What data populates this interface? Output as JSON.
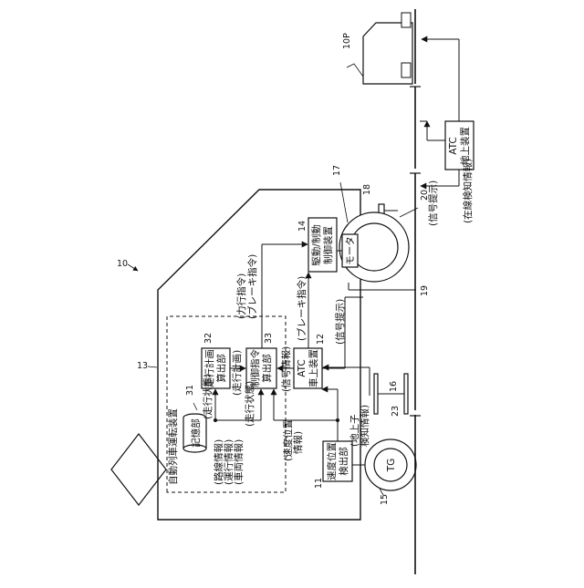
{
  "figure": {
    "system_ref": "10",
    "vehicle_ref": "13",
    "controller_title": "自動列車運転装置",
    "controller_ref": "",
    "blocks": {
      "running_plan": {
        "lines": [
          "走行計画",
          "算出部"
        ],
        "ref": "32"
      },
      "control_cmd": {
        "lines": [
          "制御指令",
          "算出部"
        ],
        "ref": "33"
      },
      "storage": {
        "lines": [
          "記憶部"
        ],
        "ref": "31"
      },
      "atc_onboard": {
        "lines": [
          "ATC",
          "車上装置"
        ],
        "ref": "12"
      },
      "drive_brake": {
        "lines": [
          "駆動/制動",
          "制御装置"
        ],
        "ref": "14"
      },
      "speed_pos": {
        "lines": [
          "速度位置",
          "検出部"
        ],
        "ref": "11"
      },
      "atc_ground": {
        "lines": [
          "ATC",
          "地上装置"
        ],
        "ref": ""
      }
    },
    "labels": {
      "route_info": "(路線情報)",
      "operation_info": "(運行情報)",
      "vehicle_info": "(車両情報)",
      "running_plan_sig": "(走行計画)",
      "running_state_a": "(走行状態)",
      "running_state_b": "(走行状態)",
      "signal_info": "(信号情報)",
      "power_cmd": "(力行指令)",
      "brake_cmd_a": "(ブレーキ指令)",
      "brake_cmd_b": "(ブレーキ指令)",
      "signal_display_a": "(信号提示)",
      "signal_display_b": "(信号提示)",
      "speed_pos_line1": "(速度位置",
      "speed_pos_line2": "情報)",
      "wayside_line1": "(地上子",
      "wayside_line2": "検知情報)",
      "occupancy": "(在線検知情報)",
      "motor": "モータ",
      "tg": "TG"
    },
    "refs": {
      "motor": "17",
      "wheel_top": "18",
      "wheel_ring": "19",
      "wheel": "20",
      "tg": "15",
      "wayside_coil": "16",
      "antenna": "23",
      "preceding_train": "10P"
    }
  }
}
